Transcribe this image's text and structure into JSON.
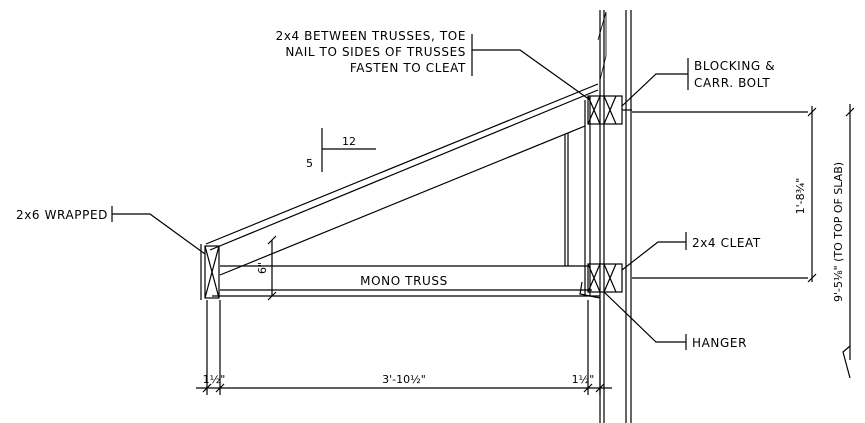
{
  "notes": {
    "between_trusses": [
      "2x4 BETWEEN TRUSSES, TOE",
      "NAIL TO SIDES OF TRUSSES",
      "FASTEN TO CLEAT"
    ],
    "blocking": [
      "BLOCKING &",
      "CARR. BOLT"
    ],
    "wrapped": "2x6 WRAPPED",
    "cleat": "2x4 CLEAT",
    "hanger": "HANGER",
    "mono_truss": "MONO TRUSS"
  },
  "slope": {
    "run": "12",
    "rise": "5"
  },
  "dimensions": {
    "left_member": "1½\"",
    "span": "3'-10½\"",
    "right_member": "1½\"",
    "vertical_between_bolts": "1'-8¾\"",
    "to_slab": "9'-5⅛\" (TO TOP OF SLAB)",
    "depth": "6\""
  },
  "colors": {
    "line": "#000000",
    "background": "#ffffff"
  }
}
